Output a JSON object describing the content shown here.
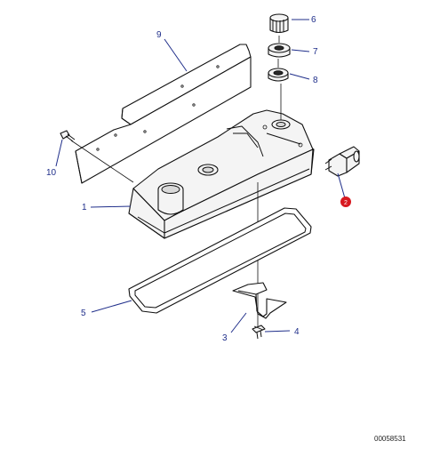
{
  "colors": {
    "label": "#1f2e8a",
    "line": "#111111",
    "highlight_marker": "#d71920"
  },
  "callouts": [
    {
      "id": "1",
      "text": "1"
    },
    {
      "id": "3",
      "text": "3"
    },
    {
      "id": "4",
      "text": "4"
    },
    {
      "id": "5",
      "text": "5"
    },
    {
      "id": "6",
      "text": "6"
    },
    {
      "id": "7",
      "text": "7"
    },
    {
      "id": "8",
      "text": "8"
    },
    {
      "id": "9",
      "text": "9"
    },
    {
      "id": "10",
      "text": "10"
    },
    {
      "id": "2",
      "text": "2",
      "highlighted": true
    }
  ],
  "reference_code": "00058531"
}
